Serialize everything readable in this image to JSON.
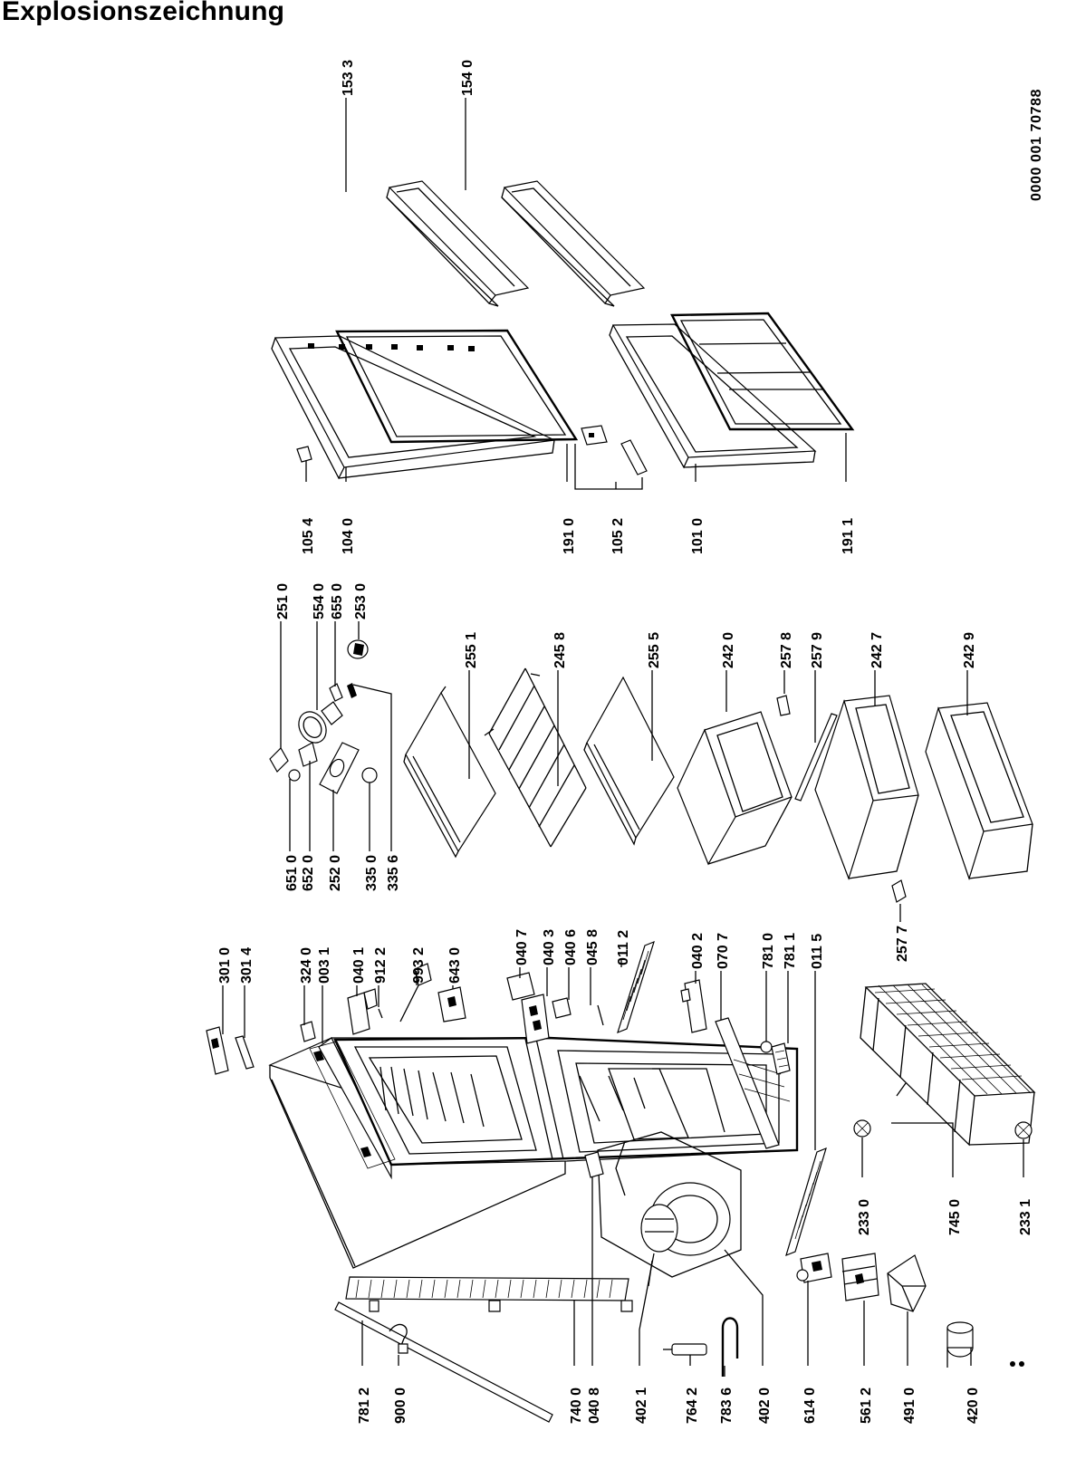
{
  "header": {
    "title": "Explosionszeichnung",
    "doc_number": "0000 001 70788"
  },
  "callouts": [
    {
      "id": "153-3",
      "label": "153 3"
    },
    {
      "id": "154-0",
      "label": "154 0"
    },
    {
      "id": "105-4",
      "label": "105 4"
    },
    {
      "id": "104-0",
      "label": "104 0"
    },
    {
      "id": "191-0",
      "label": "191 0"
    },
    {
      "id": "105-2",
      "label": "105 2"
    },
    {
      "id": "101-0",
      "label": "101 0"
    },
    {
      "id": "191-1",
      "label": "191 1"
    },
    {
      "id": "251-0",
      "label": "251 0"
    },
    {
      "id": "554-0",
      "label": "554 0"
    },
    {
      "id": "655-0",
      "label": "655 0"
    },
    {
      "id": "253-0",
      "label": "253 0"
    },
    {
      "id": "255-1",
      "label": "255 1"
    },
    {
      "id": "245-8",
      "label": "245 8"
    },
    {
      "id": "255-5",
      "label": "255 5"
    },
    {
      "id": "242-0",
      "label": "242 0"
    },
    {
      "id": "257-8",
      "label": "257 8"
    },
    {
      "id": "257-9",
      "label": "257 9"
    },
    {
      "id": "242-7",
      "label": "242 7"
    },
    {
      "id": "242-9",
      "label": "242 9"
    },
    {
      "id": "651-0",
      "label": "651 0"
    },
    {
      "id": "652-0",
      "label": "652 0"
    },
    {
      "id": "252-0",
      "label": "252 0"
    },
    {
      "id": "335-0",
      "label": "335 0"
    },
    {
      "id": "335-6",
      "label": "335 6"
    },
    {
      "id": "301-0",
      "label": "301 0"
    },
    {
      "id": "301-4",
      "label": "301 4"
    },
    {
      "id": "324-0",
      "label": "324 0"
    },
    {
      "id": "003-1",
      "label": "003 1"
    },
    {
      "id": "040-1",
      "label": "040 1"
    },
    {
      "id": "912-2",
      "label": "912 2"
    },
    {
      "id": "993-2",
      "label": "993 2"
    },
    {
      "id": "643-0",
      "label": "643 0"
    },
    {
      "id": "040-7",
      "label": "040 7"
    },
    {
      "id": "040-3",
      "label": "040 3"
    },
    {
      "id": "040-6",
      "label": "040 6"
    },
    {
      "id": "045-8",
      "label": "045 8"
    },
    {
      "id": "011-2",
      "label": "011 2"
    },
    {
      "id": "040-2",
      "label": "040 2"
    },
    {
      "id": "070-7",
      "label": "070 7"
    },
    {
      "id": "781-0",
      "label": "781 0"
    },
    {
      "id": "781-1",
      "label": "781 1"
    },
    {
      "id": "011-5",
      "label": "011 5"
    },
    {
      "id": "257-7",
      "label": "257 7"
    },
    {
      "id": "233-0",
      "label": "233 0"
    },
    {
      "id": "745-0",
      "label": "745 0"
    },
    {
      "id": "233-1",
      "label": "233 1"
    },
    {
      "id": "781-2",
      "label": "781 2"
    },
    {
      "id": "900-0",
      "label": "900 0"
    },
    {
      "id": "740-0",
      "label": "740 0"
    },
    {
      "id": "040-8",
      "label": "040 8"
    },
    {
      "id": "402-1",
      "label": "402 1"
    },
    {
      "id": "764-2",
      "label": "764 2"
    },
    {
      "id": "783-6",
      "label": "783 6"
    },
    {
      "id": "402-0",
      "label": "402 0"
    },
    {
      "id": "614-0",
      "label": "614 0"
    },
    {
      "id": "561-2",
      "label": "561 2"
    },
    {
      "id": "491-0",
      "label": "491 0"
    },
    {
      "id": "420-0",
      "label": "420 0"
    }
  ]
}
